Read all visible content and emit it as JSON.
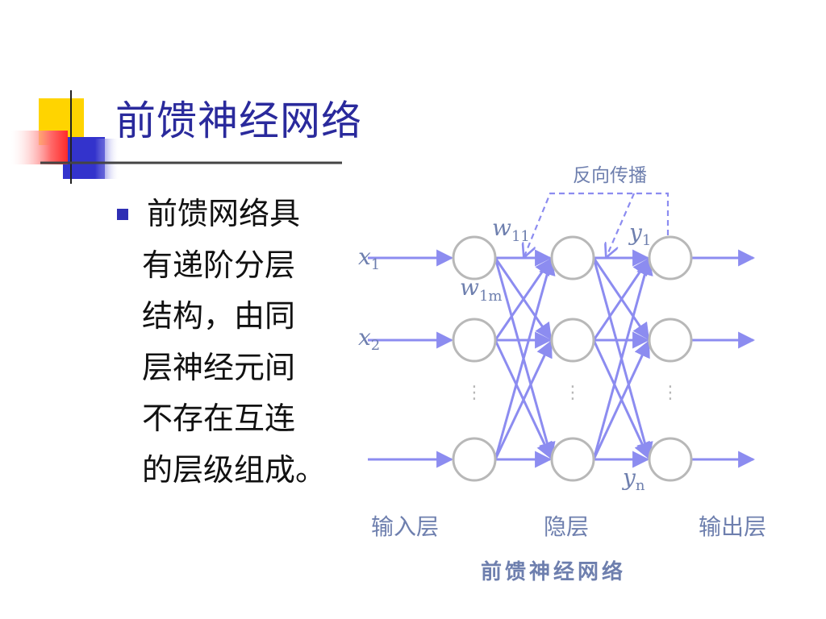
{
  "slide": {
    "title": "前馈神经网络",
    "bullet_lines": [
      "前馈网络具",
      "有递阶分层",
      "结构，由同",
      "层神经元间",
      "不存在互连",
      "的层级组成。"
    ]
  },
  "diagram": {
    "backprop_label": "反向传播",
    "inputs": [
      {
        "var": "x",
        "sub": "1"
      },
      {
        "var": "x",
        "sub": "2"
      }
    ],
    "weights": [
      {
        "var": "w",
        "sub": "11"
      },
      {
        "var": "w",
        "sub": "1m"
      }
    ],
    "outputs": [
      {
        "var": "y",
        "sub": "1"
      },
      {
        "var": "y",
        "sub": "n"
      }
    ],
    "layer_labels": {
      "input": "输入层",
      "hidden": "隐层",
      "output": "输出层"
    },
    "caption": "前馈神经网络",
    "colors": {
      "edge": "#8c8cf0",
      "node_stroke": "#b8b8b8",
      "label": "#6e7fae",
      "title": "#2a2a9c"
    }
  }
}
